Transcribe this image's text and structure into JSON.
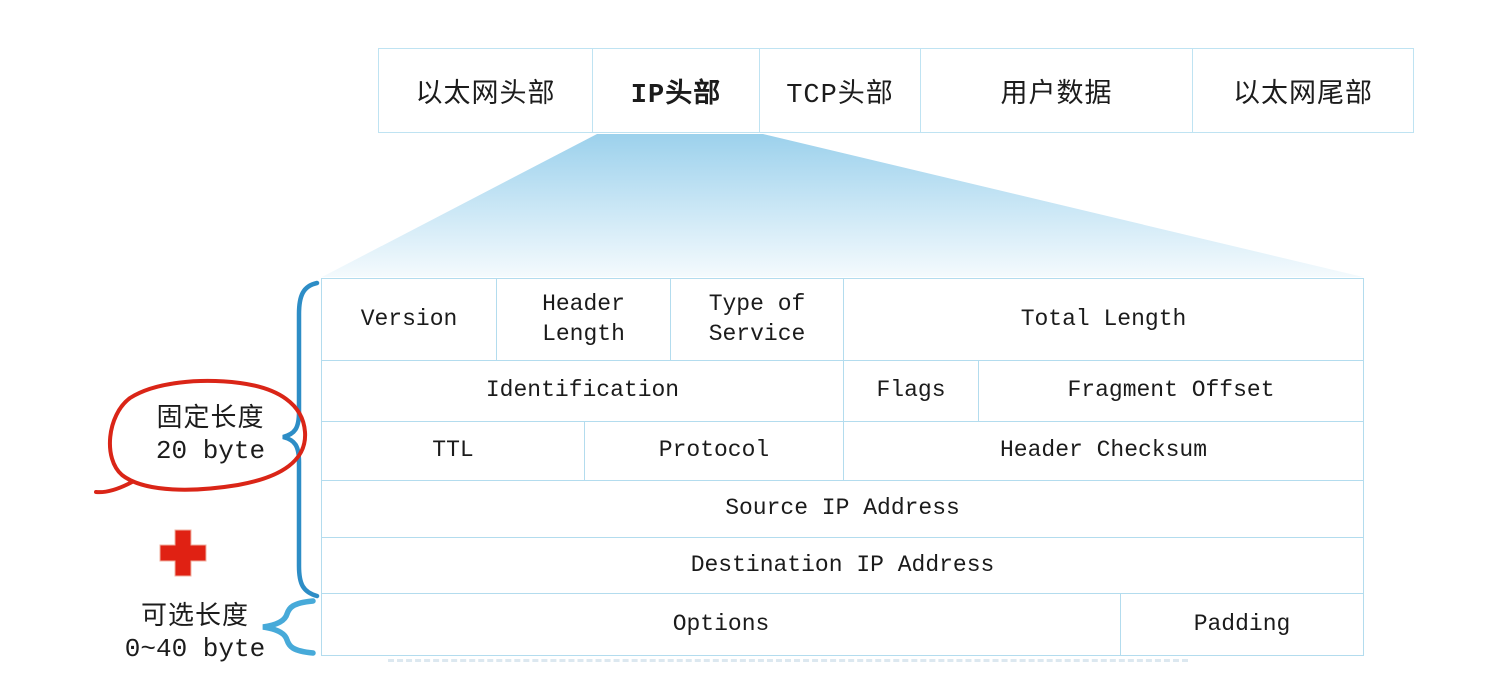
{
  "frame_row": {
    "cells": [
      {
        "label": "以太网头部",
        "emphasis": false
      },
      {
        "label": "IP头部",
        "emphasis": true
      },
      {
        "label": "TCP头部",
        "emphasis": false
      },
      {
        "label": "用户数据",
        "emphasis": false
      },
      {
        "label": "以太网尾部",
        "emphasis": false
      }
    ]
  },
  "ip_table": {
    "rows": [
      {
        "cells": [
          {
            "label": "Version"
          },
          {
            "label": "Header Length"
          },
          {
            "label": "Type of Service"
          },
          {
            "label": "Total Length"
          }
        ]
      },
      {
        "cells": [
          {
            "label": "Identification"
          },
          {
            "label": "Flags"
          },
          {
            "label": "Fragment Offset"
          }
        ]
      },
      {
        "cells": [
          {
            "label": "TTL"
          },
          {
            "label": "Protocol"
          },
          {
            "label": "Header Checksum"
          }
        ]
      },
      {
        "cells": [
          {
            "label": "Source IP Address"
          }
        ]
      },
      {
        "cells": [
          {
            "label": "Destination IP Address"
          }
        ]
      },
      {
        "cells": [
          {
            "label": "Options"
          },
          {
            "label": "Padding"
          }
        ]
      }
    ]
  },
  "annotations": {
    "fixed_length": {
      "line1": "固定长度",
      "line2": "20 byte"
    },
    "optional_length": {
      "line1": "可选长度",
      "line2": "0~40 byte"
    }
  },
  "colors": {
    "cell_border": "#b3dcee",
    "frame_border": "#bfe3f2",
    "funnel_top": "#9cd1ec",
    "brace_fixed": "#2d8dc6",
    "brace_optional": "#47aad9",
    "annotation_red": "#da2517"
  }
}
